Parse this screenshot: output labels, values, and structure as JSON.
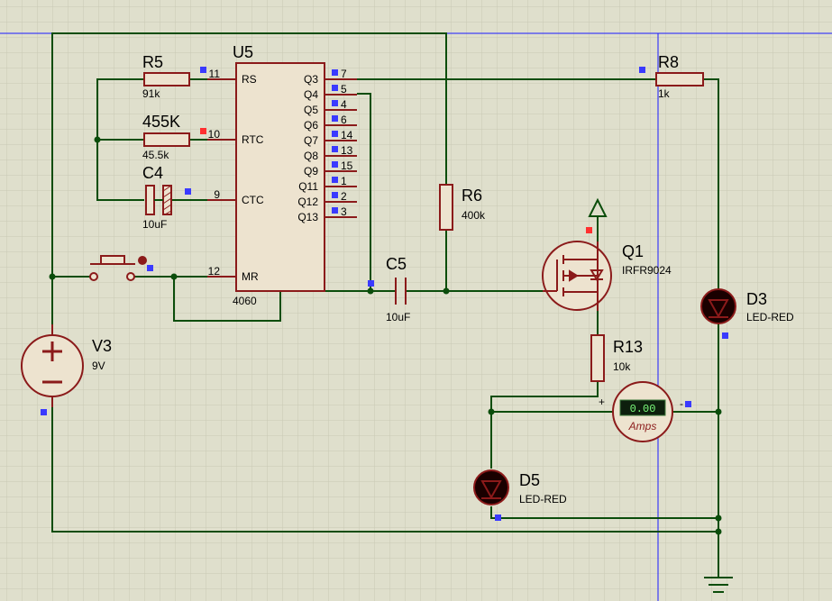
{
  "colors": {
    "background": "#dfdfcc",
    "grid": "#c9c9b4",
    "wire": "#0b4d0b",
    "component": "#8b1a1a",
    "component_fill": "#ede3cf",
    "sheet_border": "#1a1aff",
    "marker_blue": "#3a3aff",
    "marker_red": "#ff3030",
    "led_body": "#1a0000"
  },
  "u5": {
    "ref": "U5",
    "part": "4060",
    "left_pins": [
      {
        "num": "11",
        "name": "RS"
      },
      {
        "num": "10",
        "name": "RTC"
      },
      {
        "num": "9",
        "name": "CTC"
      },
      {
        "num": "12",
        "name": "MR"
      }
    ],
    "right_pins": [
      {
        "name": "Q3",
        "num": "7"
      },
      {
        "name": "Q4",
        "num": "5"
      },
      {
        "name": "Q5",
        "num": "4"
      },
      {
        "name": "Q6",
        "num": "6"
      },
      {
        "name": "Q7",
        "num": "14"
      },
      {
        "name": "Q8",
        "num": "13"
      },
      {
        "name": "Q9",
        "num": "15"
      },
      {
        "name": "Q11",
        "num": "1"
      },
      {
        "name": "Q12",
        "num": "2"
      },
      {
        "name": "Q13",
        "num": "3"
      }
    ]
  },
  "r5": {
    "ref": "R5",
    "value": "91k"
  },
  "r455": {
    "ref": "455K",
    "value": "45.5k"
  },
  "c4": {
    "ref": "C4",
    "value": "10uF"
  },
  "c5": {
    "ref": "C5",
    "value": "10uF"
  },
  "r6": {
    "ref": "R6",
    "value": "400k"
  },
  "r8": {
    "ref": "R8",
    "value": "1k"
  },
  "q1": {
    "ref": "Q1",
    "value": "IRFR9024"
  },
  "r13": {
    "ref": "R13",
    "value": "10k"
  },
  "d3": {
    "ref": "D3",
    "value": "LED-RED"
  },
  "d5": {
    "ref": "D5",
    "value": "LED-RED"
  },
  "v3": {
    "ref": "V3",
    "value": "9V"
  },
  "ammeter": {
    "reading": "0.00",
    "unit": "Amps",
    "plus": "+",
    "minus": "-"
  }
}
